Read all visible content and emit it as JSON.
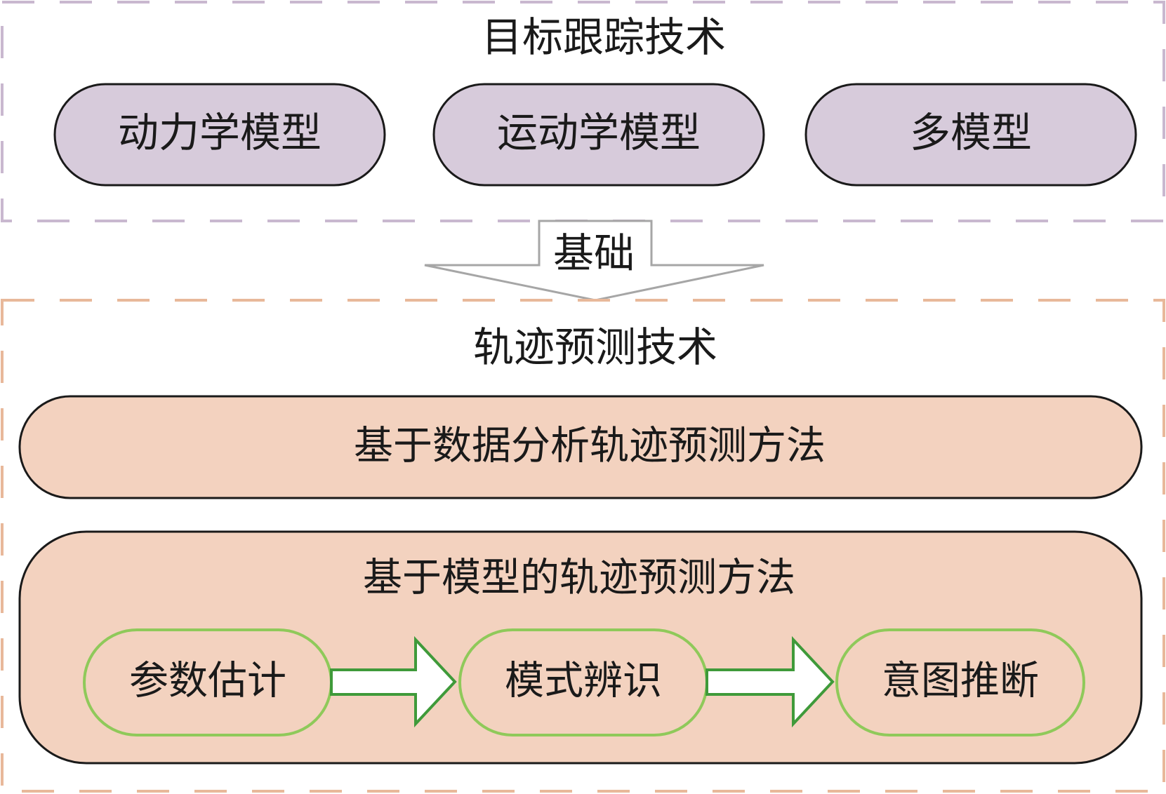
{
  "colors": {
    "top_border": "#c9b8cf",
    "top_pill_fill": "#d7cbdb",
    "bottom_border": "#e8b89a",
    "bottom_pill_fill": "#f3d2bf",
    "green_stroke": "#8fc95a",
    "green_arrow": "#3f9a3a",
    "arrow_gray": "#a6a6a6",
    "text": "#1a1a1a"
  },
  "top_section": {
    "title": "目标跟踪技术",
    "models": [
      "动力学模型",
      "运动学模型",
      "多模型"
    ]
  },
  "connector": {
    "label": "基础"
  },
  "bottom_section": {
    "title": "轨迹预测技术",
    "data_method": "基于数据分析轨迹预测方法",
    "model_method": {
      "title": "基于模型的轨迹预测方法",
      "steps": [
        "参数估计",
        "模式辨识",
        "意图推断"
      ]
    }
  }
}
